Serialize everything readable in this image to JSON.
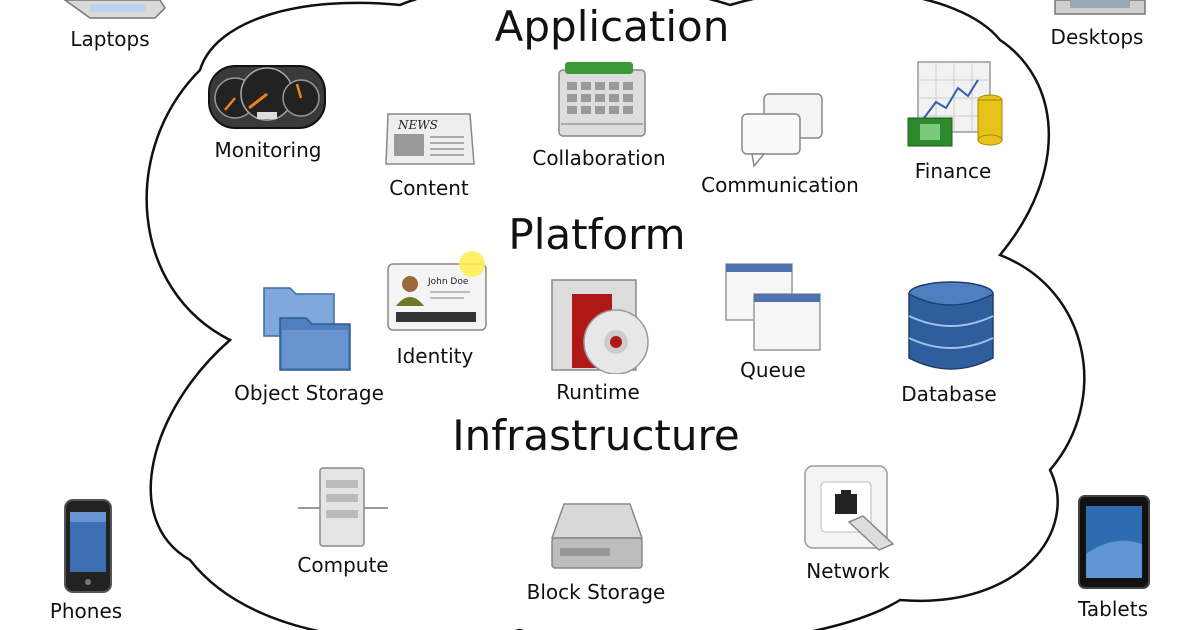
{
  "layers": {
    "application": "Application",
    "platform": "Platform",
    "infrastructure": "Infrastructure"
  },
  "devices": {
    "laptops": "Laptops",
    "desktops": "Desktops",
    "phones": "Phones",
    "tablets": "Tablets"
  },
  "application_items": {
    "monitoring": "Monitoring",
    "content": "Content",
    "collaboration": "Collaboration",
    "communication": "Communication",
    "finance": "Finance"
  },
  "platform_items": {
    "object_storage": "Object Storage",
    "identity": "Identity",
    "runtime": "Runtime",
    "queue": "Queue",
    "database": "Database"
  },
  "infrastructure_items": {
    "compute": "Compute",
    "block_storage": "Block Storage",
    "network": "Network"
  },
  "icon_text": {
    "news": "NEWS",
    "name": "John Doe"
  },
  "colors": {
    "outline": "#111111",
    "folder_blue": "#4f7fbf",
    "database_blue": "#2e5e9c",
    "calendar_green": "#3a9a3a",
    "runtime_red": "#b01818",
    "gold": "#e6c21a",
    "money_green": "#2f8a2f"
  }
}
